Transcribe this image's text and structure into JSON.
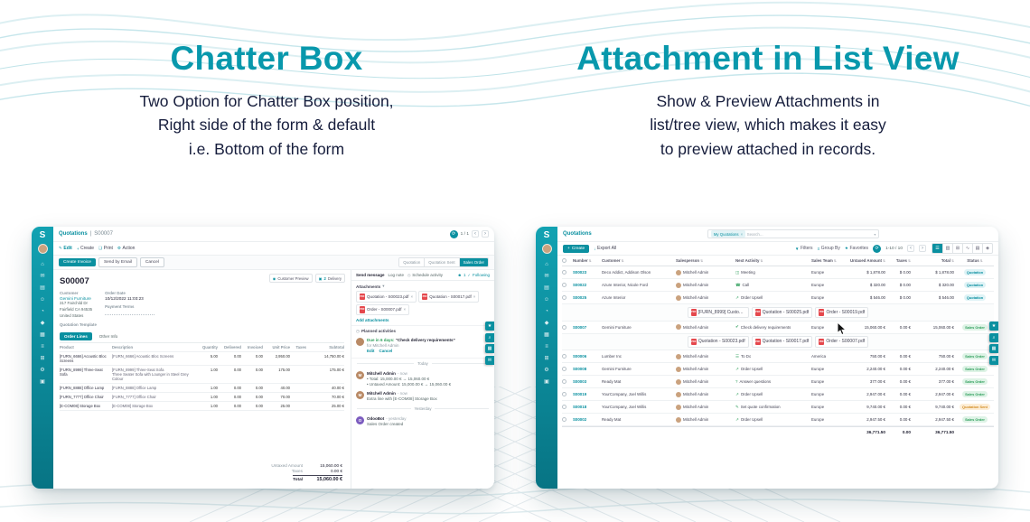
{
  "colors": {
    "accent": "#0a90a0",
    "accent-dark": "#077484",
    "heading": "#0898ac",
    "green": "#2e9e5b",
    "orange": "#d18a1f",
    "red": "#e5484d"
  },
  "header": {
    "left": {
      "title": "Chatter Box",
      "sub": [
        "Two Option for Chatter Box position,",
        "Right side of the form & default",
        "i.e. Bottom of the form"
      ]
    },
    "right": {
      "title": "Attachment in List View",
      "sub": [
        "Show & Preview Attachments in",
        "list/tree view, which makes it easy",
        "to preview attached in records."
      ]
    }
  },
  "sidebar": {
    "logo": "S",
    "icons": [
      "home-icon",
      "discuss-icon",
      "calendar-icon",
      "contacts-icon",
      "crm-icon",
      "sales-icon",
      "inventory-icon",
      "accounting-icon",
      "purchase-icon",
      "settings-icon",
      "apps-icon"
    ]
  },
  "dock": [
    "star-icon",
    "search-icon",
    "grid-icon",
    "chat-icon"
  ],
  "form_view": {
    "title_app": "Quotations",
    "title_sep": "|",
    "title_doc": "S00007",
    "pager": "1 / 1",
    "toolbar": {
      "edit": "Edit",
      "create": "Create",
      "print": "Print",
      "action": "Action"
    },
    "actions": {
      "create_invoice": "Create Invoice",
      "send_email": "Send by Email",
      "cancel": "Cancel"
    },
    "steps": [
      {
        "label": "Quotation",
        "state": ""
      },
      {
        "label": "Quotation Sent",
        "state": ""
      },
      {
        "label": "Sales Order",
        "state": "active"
      }
    ],
    "smart": {
      "preview": "Customer Preview",
      "delivery_count": "2",
      "delivery": "Delivery"
    },
    "sheet": {
      "name": "S00007",
      "customer_label": "Customer",
      "customer": "Gemini Furniture",
      "address": [
        "317 Fairchild Dr",
        "Fairfield CA 94535",
        "United States"
      ],
      "order_date_label": "Order Date",
      "order_date": "10/12/2022 11:03:23",
      "payment_label": "Payment Terms",
      "template_label": "Quotation Template",
      "tabs": {
        "lines": "Order Lines",
        "other": "Other Info"
      },
      "table": {
        "headers": {
          "product": "Product",
          "desc": "Description",
          "qty": "Quantity",
          "delivered": "Delivered",
          "invoiced": "Invoiced",
          "price": "Unit Price",
          "taxes": "Taxes",
          "subtotal": "Subtotal"
        },
        "rows": [
          {
            "product": "[FURN_6666] Acoustic Bloc Screens",
            "desc": "[FURN_6666] Acoustic Bloc Screens",
            "qty": "5.00",
            "delivered": "0.00",
            "invoiced": "0.00",
            "price": "2,950.00",
            "taxes": "",
            "subtotal": "14,750.00 €"
          },
          {
            "product": "[FURN_8999] Three-Seat Sofa",
            "desc": "[FURN_8999] Three-Seat Sofa\nThree Seater Sofa with Lounger in Steel Grey Colour",
            "qty": "1.00",
            "delivered": "0.00",
            "invoiced": "0.00",
            "price": "175.00",
            "taxes": "",
            "subtotal": "175.00 €"
          },
          {
            "product": "[FURN_8888] Office Lamp",
            "desc": "[FURN_8888] Office Lamp",
            "qty": "1.00",
            "delivered": "0.00",
            "invoiced": "0.00",
            "price": "40.00",
            "taxes": "",
            "subtotal": "40.00 €"
          },
          {
            "product": "[FURN_7777] Office Chair",
            "desc": "[FURN_7777] Office Chair",
            "qty": "1.00",
            "delivered": "0.00",
            "invoiced": "0.00",
            "price": "70.00",
            "taxes": "",
            "subtotal": "70.00 €"
          },
          {
            "product": "[E-COM08] Storage Box",
            "desc": "[E-COM08] Storage Box",
            "qty": "1.00",
            "delivered": "0.00",
            "invoiced": "0.00",
            "price": "25.00",
            "taxes": "",
            "subtotal": "25.00 €"
          }
        ]
      },
      "totals": {
        "untaxed_label": "Untaxed Amount",
        "untaxed": "15,060.00 €",
        "taxes_label": "Taxes",
        "taxes": "0.00 €",
        "total_label": "Total",
        "total": "15,060.00 €"
      }
    },
    "chatter": {
      "send": "Send message",
      "log": "Log note",
      "schedule": "Schedule activity",
      "followers": "1",
      "following": "Following",
      "attachments_label": "Attachments",
      "attachments": [
        "Quotation - S00023.pdf",
        "Quotation - S00017.pdf",
        "Order - S00007.pdf"
      ],
      "add_attachments": "Add attachments",
      "planned_label": "Planned activities",
      "activity": {
        "due": "Due in 6 days:",
        "title": "“Check delivery requirements”",
        "assignee": "for Mitchell Admin",
        "edit": "Edit",
        "cancel": "Cancel"
      },
      "today": "Today",
      "yesterday": "Yesterday",
      "messages": [
        {
          "initial": "M",
          "author": "Mitchell Admin",
          "time": "- now",
          "line1": "• Total: 15,000.00 € → 15,060.00 €",
          "line2": "• Untaxed Amount: 15,000.00 € → 15,060.00 €"
        },
        {
          "initial": "M",
          "author": "Mitchell Admin",
          "time": "- now",
          "line1": "Extra line with [E-COM08] Storage Box",
          "line2": ""
        }
      ],
      "bot": {
        "initial": "O",
        "author": "OdooBot",
        "time": "- yesterday",
        "line": "Sales Order created"
      }
    }
  },
  "list_view": {
    "title": "Quotations",
    "search": {
      "facet": "My Quotations",
      "placeholder": "Search..."
    },
    "toolbar": {
      "create": "Create",
      "export": "Export All",
      "filters": "Filters",
      "group_by": "Group By",
      "favorites": "Favorites",
      "pager": "1-10 / 10"
    },
    "views": [
      {
        "icon": "list-icon",
        "state": "active"
      },
      {
        "icon": "kanban-icon",
        "state": ""
      },
      {
        "icon": "pivot-icon",
        "state": ""
      },
      {
        "icon": "graph-icon",
        "state": ""
      },
      {
        "icon": "calendar-icon",
        "state": ""
      },
      {
        "icon": "map-icon",
        "state": ""
      }
    ],
    "table": {
      "headers": {
        "number": "Number",
        "customer": "Customer",
        "salesperson": "Salesperson",
        "activity": "Next Activity",
        "team": "Sales Team",
        "untaxed": "Untaxed Amount",
        "taxes": "Taxes",
        "total": "Total",
        "status": "Status"
      },
      "rows_a": [
        {
          "number": "S00023",
          "customer": "Deco Addict, Addison Olson",
          "salesperson": "Mitchell Admin",
          "activity_icon": "meeting-icon",
          "activity": "Meeting",
          "team": "Europe",
          "untaxed": "$ 1,878.00",
          "taxes": "$ 0.00",
          "total": "$ 1,878.00",
          "status": "Quotation",
          "status_class": "quotation"
        },
        {
          "number": "S00022",
          "customer": "Azure Interior, Nicole Ford",
          "salesperson": "Mitchell Admin",
          "activity_icon": "call-icon",
          "activity": "Call",
          "team": "Europe",
          "untaxed": "$ 320.00",
          "taxes": "$ 0.00",
          "total": "$ 320.00",
          "status": "Quotation",
          "status_class": "quotation"
        },
        {
          "number": "S00025",
          "customer": "Azure Interior",
          "salesperson": "Mitchell Admin",
          "activity_icon": "upsell-icon",
          "activity": "Order Upsell",
          "team": "Europe",
          "untaxed": "$ 546.00",
          "taxes": "$ 0.00",
          "total": "$ 546.00",
          "status": "Quotation",
          "status_class": "quotation"
        }
      ],
      "attachments_1": [
        "[FURN_8999] Custom...",
        "Quotation - S00025.pdf",
        "Order - S00019.pdf"
      ],
      "rows_b": [
        {
          "number": "S00007",
          "customer": "Gemini Furniture",
          "salesperson": "Mitchell Admin",
          "activity_icon": "check-icon",
          "activity": "Check delivery requirements",
          "team": "Europe",
          "untaxed": "15,060.00 €",
          "taxes": "0.00 €",
          "total": "15,060.00 €",
          "status": "Sales Order",
          "status_class": "sales-order"
        }
      ],
      "attachments_2": [
        "Quotation - S00023.pdf",
        "Quotation - S00017.pdf",
        "Order - S00007.pdf"
      ],
      "rows_c": [
        {
          "number": "S00006",
          "customer": "Lumber Inc",
          "salesperson": "Mitchell Admin",
          "activity_icon": "todo-icon",
          "activity": "To Do",
          "team": "America",
          "untaxed": "750.00 €",
          "taxes": "0.00 €",
          "total": "750.00 €",
          "status": "Sales Order",
          "status_class": "sales-order"
        },
        {
          "number": "S00008",
          "customer": "Gemini Furniture",
          "salesperson": "Mitchell Admin",
          "activity_icon": "upsell-icon",
          "activity": "Order Upsell",
          "team": "Europe",
          "untaxed": "2,240.00 €",
          "taxes": "0.00 €",
          "total": "2,240.00 €",
          "status": "Sales Order",
          "status_class": "sales-order"
        },
        {
          "number": "S00003",
          "customer": "Ready Mat",
          "salesperson": "Mitchell Admin",
          "activity_icon": "question-icon",
          "activity": "Answer questions",
          "team": "Europe",
          "untaxed": "377.00 €",
          "taxes": "0.00 €",
          "total": "377.00 €",
          "status": "Sales Order",
          "status_class": "sales-order"
        },
        {
          "number": "S00019",
          "customer": "YourCompany, Joel Willis",
          "salesperson": "Mitchell Admin",
          "activity_icon": "upsell-icon",
          "activity": "Order Upsell",
          "team": "Europe",
          "untaxed": "2,947.00 €",
          "taxes": "0.00 €",
          "total": "2,947.00 €",
          "status": "Sales Order",
          "status_class": "sales-order"
        },
        {
          "number": "S00018",
          "customer": "YourCompany, Joel Willis",
          "salesperson": "Mitchell Admin",
          "activity_icon": "quote-icon",
          "activity": "Set quote confirmation",
          "team": "Europe",
          "untaxed": "9,740.00 €",
          "taxes": "0.00 €",
          "total": "9,740.00 €",
          "status": "Quotation Sent",
          "status_class": "quotation-sent"
        },
        {
          "number": "S00002",
          "customer": "Ready Mat",
          "salesperson": "Mitchell Admin",
          "activity_icon": "upsell-icon",
          "activity": "Order Upsell",
          "team": "Europe",
          "untaxed": "2,947.50 €",
          "taxes": "0.00 €",
          "total": "2,947.50 €",
          "status": "Sales Order",
          "status_class": "sales-order"
        }
      ],
      "footer": {
        "untaxed": "36,771.50",
        "taxes": "0.00",
        "total": "36,771.50"
      }
    }
  },
  "icon_glyphs": {
    "home-icon": "⌂",
    "discuss-icon": "✉",
    "calendar-icon": "▤",
    "contacts-icon": "☺",
    "crm-icon": "◔",
    "sales-icon": "◆",
    "inventory-icon": "▦",
    "accounting-icon": "≡",
    "purchase-icon": "⊞",
    "settings-icon": "⚙",
    "apps-icon": "▣",
    "edit-icon": "✎",
    "plus-icon": "+",
    "print-icon": "❏",
    "gear-icon": "⚙",
    "prev-icon": "‹",
    "next-icon": "›",
    "refresh-icon": "⟳",
    "down-icon": "▾",
    "close-icon": "×",
    "star-icon": "★",
    "filter-icon": "▼",
    "group-icon": "≡",
    "download-icon": "↓",
    "clock-icon": "◷",
    "search-icon": "⌕",
    "list-icon": "☰",
    "kanban-icon": "▥",
    "pivot-icon": "⊞",
    "graph-icon": "∿",
    "map-icon": "◈",
    "eye-icon": "◉",
    "truck-icon": "▣",
    "check-follow-icon": "✓",
    "person-icon": "☻",
    "grid-icon": "▦",
    "chat-icon": "✉",
    "meeting-icon": "◫",
    "call-icon": "☎",
    "upsell-icon": "↗",
    "check-icon": "✔",
    "todo-icon": "☰",
    "question-icon": "?",
    "quote-icon": "✎"
  }
}
